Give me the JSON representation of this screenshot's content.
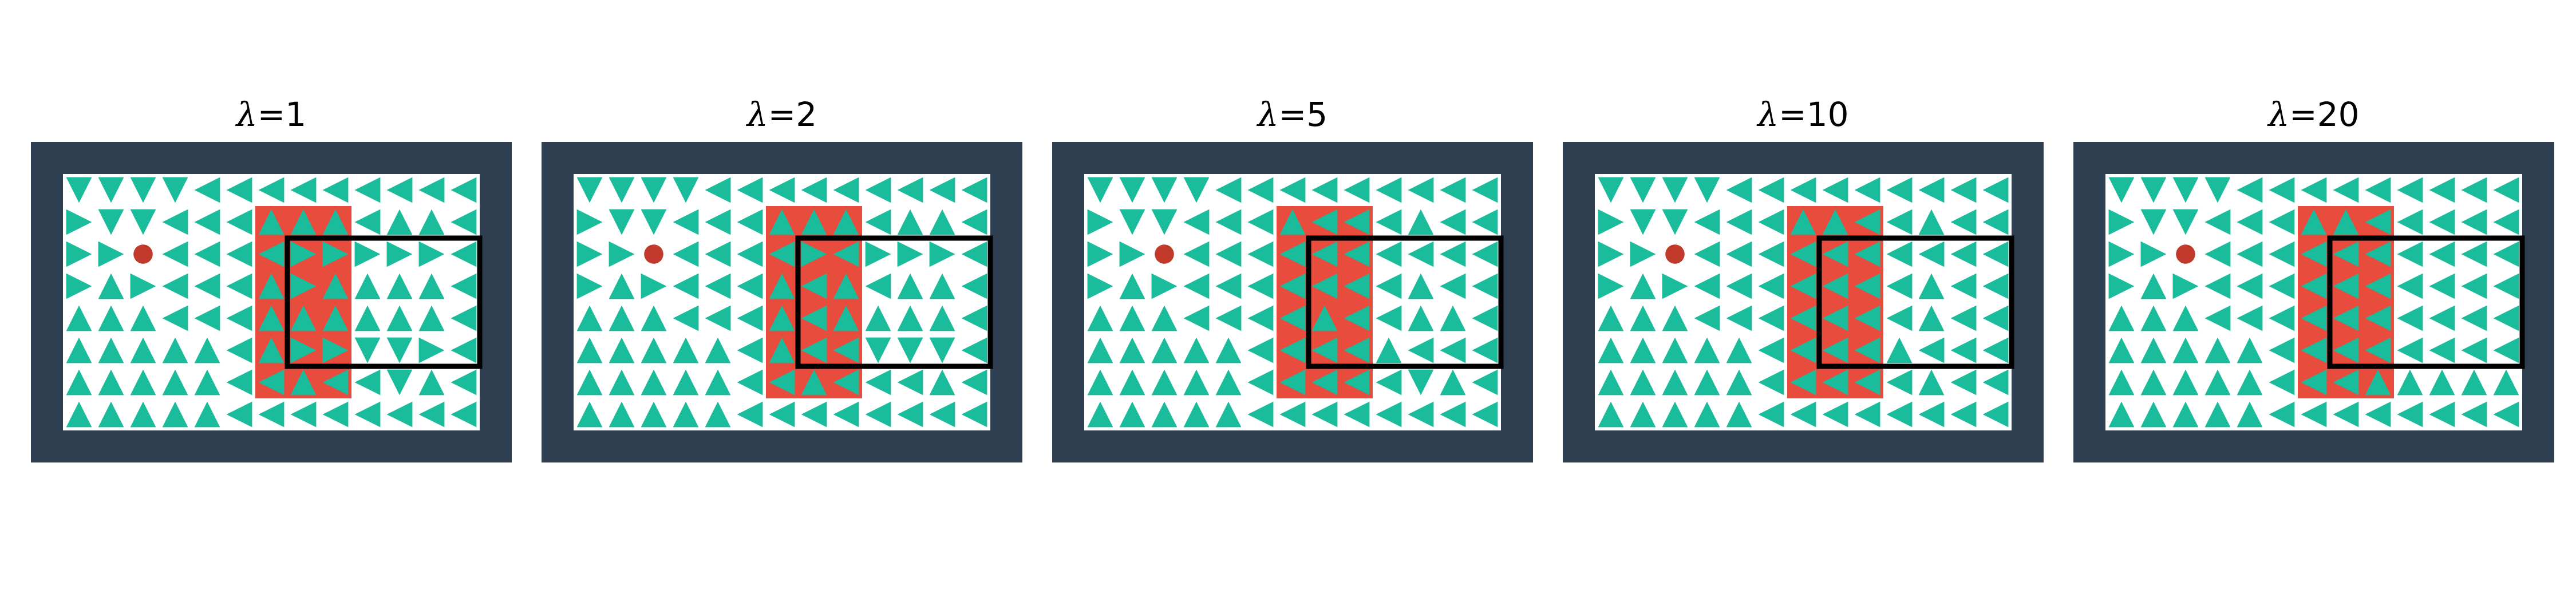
{
  "colors": {
    "wall": "#2c3e50",
    "floor": "#ffffff",
    "arrow": "#1abc9c",
    "unsafe": "#e74c3c",
    "agent": "#c0392b",
    "box_outline": "#000000"
  },
  "grid": {
    "rows": 8,
    "cols": 13
  },
  "panels": [
    {
      "lambda_label": "λ",
      "value_label": "=1",
      "arrows": [
        "DDDDLLLLLLLLL",
        "RDDLLLUUULUUL",
        "RRALLLLRRRRRL",
        "RURLLLURUUUUL",
        "UUULLLUUUUUUL",
        "UUUUULURRDDRL",
        "UUUUULLULLDUL",
        "UUUUULLLLLLLL"
      ]
    },
    {
      "lambda_label": "λ",
      "value_label": "=2",
      "arrows": [
        "DDDDLLLLLLLLL",
        "RDDLLLUUULUUL",
        "RRALLLLRLRRRL",
        "RURLLLULULUUL",
        "UUULLLULUUUUL",
        "UUUUULULLDDDL",
        "UUUUULLULLLUL",
        "UUUUULLLLLLLL"
      ]
    },
    {
      "lambda_label": "λ",
      "value_label": "=5",
      "arrows": [
        "DDDDLLLLLLLLL",
        "RDDLLLULLLULL",
        "RRALLLLLLLLLL",
        "RURLLLLLLLULL",
        "UUULLLLULLUUL",
        "UUUUULLLLULLL",
        "UUUUULLLLLDUL",
        "UUUUULLLLLLLL"
      ]
    },
    {
      "lambda_label": "λ",
      "value_label": "=10",
      "arrows": [
        "DDDDLLLLLLLLL",
        "RDDLLLUULLULL",
        "RRALLLLLLLLLL",
        "RURLLLLLLLULL",
        "UUULLLLLLLULL",
        "UUUUULLLLULLL",
        "UUUUULLLLLULL",
        "UUUUULLLLLLLL"
      ]
    },
    {
      "lambda_label": "λ",
      "value_label": "=20",
      "arrows": [
        "DDDDLLLLLLLLL",
        "RDDLLLUULLLLL",
        "RRALLLLLLLLLL",
        "RURLLLLLLLLLL",
        "UUULLLLLLLLLL",
        "UUUUULLLLLLLL",
        "UUUUULLLUUUUU",
        "UUUUULLLLLLLL"
      ]
    }
  ]
}
